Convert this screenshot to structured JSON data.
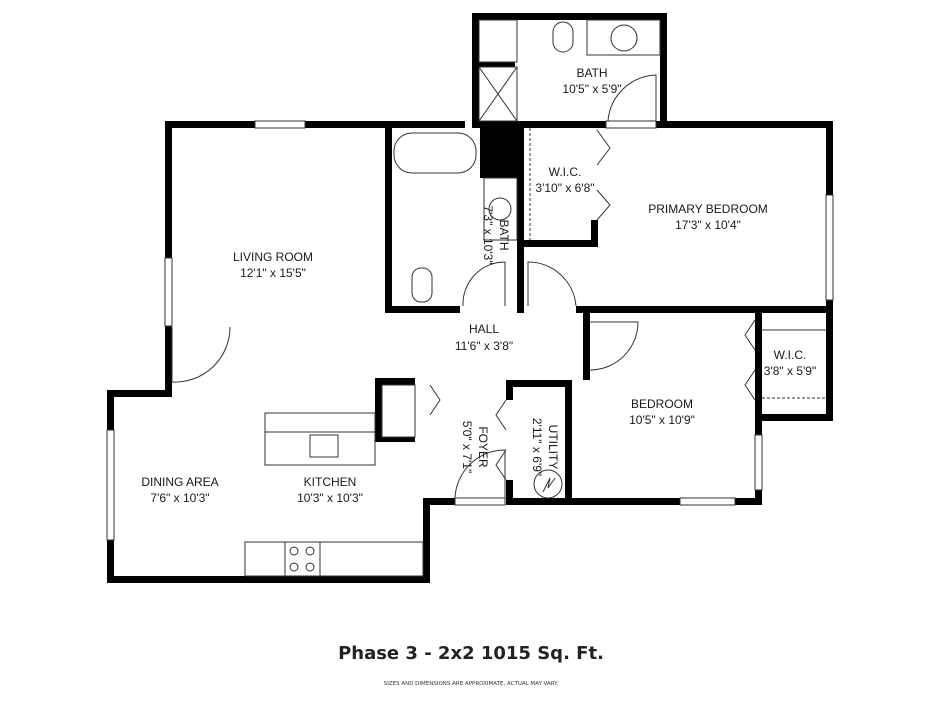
{
  "rooms": {
    "bath_primary": {
      "name": "BATH",
      "size": "10'5\" x 5'9\""
    },
    "wic_primary": {
      "name": "W.I.C.",
      "size": "3'10\" x 6'8\""
    },
    "primary_bedroom": {
      "name": "PRIMARY BEDROOM",
      "size": "17'3\" x 10'4\""
    },
    "bath_second": {
      "name": "BATH",
      "size": "7'3\" x 10'3\""
    },
    "living_room": {
      "name": "LIVING ROOM",
      "size": "12'1\" x 15'5\""
    },
    "hall": {
      "name": "HALL",
      "size": "11'6\" x 3'8\""
    },
    "wic_second": {
      "name": "W.I.C.",
      "size": "3'8\" x 5'9\""
    },
    "bedroom": {
      "name": "BEDROOM",
      "size": "10'5\" x 10'9\""
    },
    "foyer": {
      "name": "FOYER",
      "size": "5'0\" x 7'1\""
    },
    "utility": {
      "name": "UTILITY",
      "size": "2'11\" x 6'9\""
    },
    "dining_area": {
      "name": "DINING AREA",
      "size": "7'6\" x 10'3\""
    },
    "kitchen": {
      "name": "KITCHEN",
      "size": "10'3\" x 10'3\""
    }
  },
  "title": "Phase 3 - 2x2 1015 Sq. Ft.",
  "disclaimer": "SIZES AND DIMENSIONS ARE APPROXIMATE, ACTUAL MAY VARY."
}
